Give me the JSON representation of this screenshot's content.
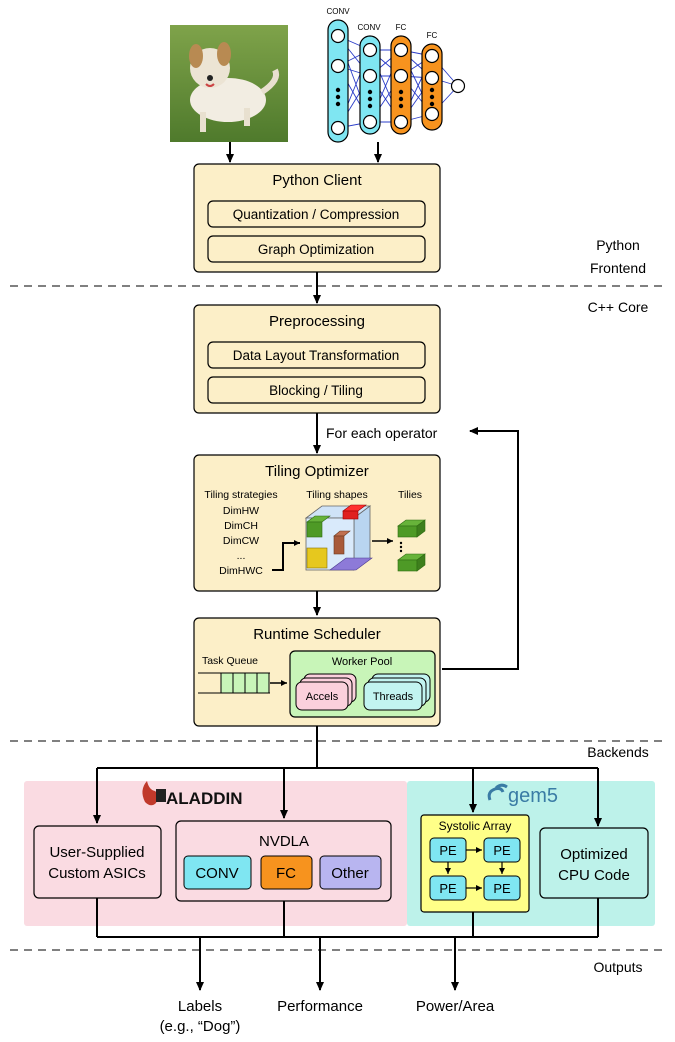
{
  "network": {
    "conv1_label": "CONV",
    "conv2_label": "CONV",
    "fc1_label": "FC",
    "fc2_label": "FC"
  },
  "python_client": {
    "title": "Python Client",
    "step1": "Quantization / Compression",
    "step2": "Graph Optimization"
  },
  "sections": {
    "python_frontend_line1": "Python",
    "python_frontend_line2": "Frontend",
    "cpp_core": "C++ Core",
    "backends": "Backends",
    "outputs": "Outputs"
  },
  "preprocessing": {
    "title": "Preprocessing",
    "step1": "Data Layout Transformation",
    "step2": "Blocking / Tiling"
  },
  "loop_label": "For each operator",
  "tiling_optimizer": {
    "title": "Tiling Optimizer",
    "strategies_header": "Tiling strategies",
    "strategies": [
      "DimHW",
      "DimCH",
      "DimCW",
      "...",
      "DimHWC"
    ],
    "shapes_header": "Tiling shapes",
    "tiles_header": "Tilies"
  },
  "runtime_scheduler": {
    "title": "Runtime Scheduler",
    "task_queue": "Task Queue",
    "worker_pool": "Worker Pool",
    "accels": "Accels",
    "threads": "Threads"
  },
  "backends": {
    "aladdin_logo": "ALADDIN",
    "gem5_logo": "gem5",
    "custom_asics_line1": "User-Supplied",
    "custom_asics_line2": "Custom ASICs",
    "nvdla": "NVDLA",
    "nvdla_units": [
      "CONV",
      "FC",
      "Other"
    ],
    "systolic_array": "Systolic Array",
    "pe": "PE",
    "cpu_line1": "Optimized",
    "cpu_line2": "CPU Code"
  },
  "outputs": {
    "labels_line1": "Labels",
    "labels_line2": "(e.g., “Dog”)",
    "performance": "Performance",
    "power_area": "Power/Area"
  },
  "colors": {
    "cream": "#fcefc8",
    "cream_border": "#000000",
    "aladdin_bg": "#fadbe2",
    "gem5_bg": "#bdf2ea",
    "conv_cyan": "#7fe6f2",
    "fc_orange": "#f7931e",
    "other_purple": "#b8b5f0",
    "worker_green": "#c8f5b8",
    "accels_pink": "#fbd0dc",
    "threads_cyan": "#c2f4f0",
    "systolic_yellow": "#ffff88",
    "nn_edge": "#2a3cc8"
  }
}
